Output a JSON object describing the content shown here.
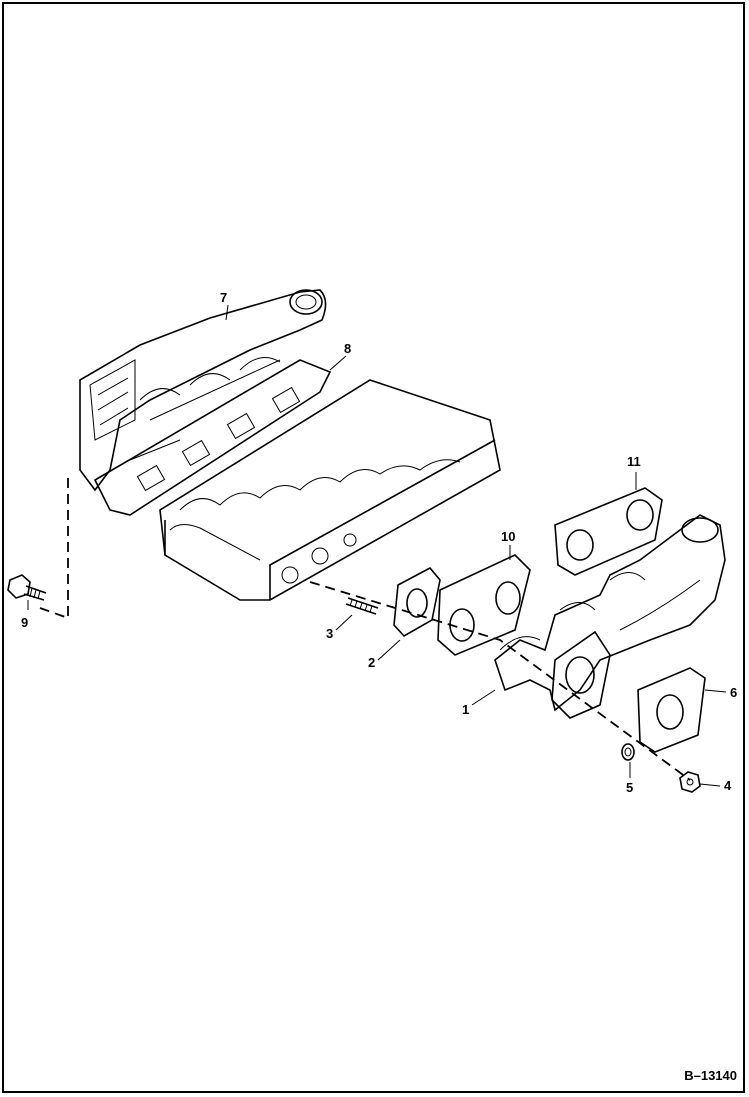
{
  "figure_number": "B–13140",
  "callouts": [
    {
      "id": "callout-1",
      "label": "1"
    },
    {
      "id": "callout-2",
      "label": "2"
    },
    {
      "id": "callout-3",
      "label": "3"
    },
    {
      "id": "callout-4",
      "label": "4"
    },
    {
      "id": "callout-5",
      "label": "5"
    },
    {
      "id": "callout-6",
      "label": "6"
    },
    {
      "id": "callout-7",
      "label": "7"
    },
    {
      "id": "callout-8",
      "label": "8"
    },
    {
      "id": "callout-9",
      "label": "9"
    },
    {
      "id": "callout-10",
      "label": "10"
    },
    {
      "id": "callout-11",
      "label": "11"
    }
  ]
}
